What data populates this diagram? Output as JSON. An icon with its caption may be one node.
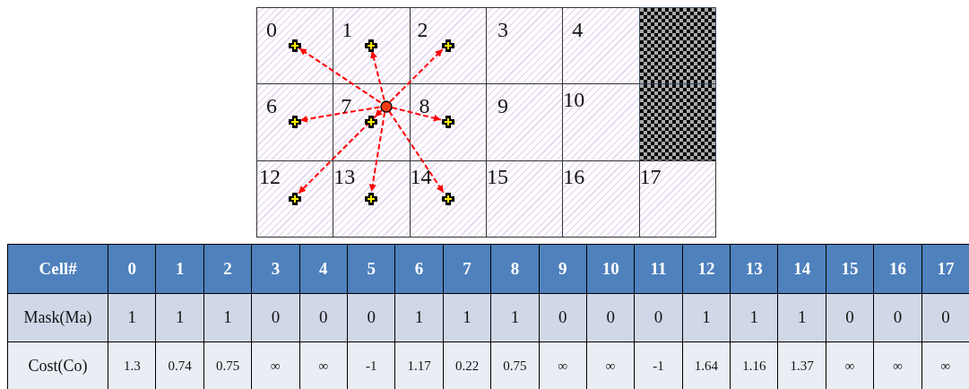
{
  "diagram": {
    "nodes": [
      {
        "text": [
          "0"
        ]
      },
      {
        "text": [
          "1"
        ]
      },
      {
        "text": [
          "2"
        ]
      },
      {
        "text": [
          "3"
        ]
      },
      {
        "text": [
          "4"
        ]
      },
      {
        "text": [],
        "shape": "box"
      },
      {
        "text": [
          "6"
        ]
      },
      {
        "text": [
          "7"
        ]
      },
      {
        "text": [
          "8"
        ]
      },
      {
        "text": [
          "9"
        ]
      },
      {
        "text": [
          "10"
        ]
      },
      {
        "text": [],
        "shape": "box"
      },
      {
        "text": [
          "12"
        ]
      },
      {
        "text": [
          "13"
        ]
      },
      {
        "text": [
          "14"
        ]
      },
      {
        "text": [
          "15"
        ]
      },
      {
        "text": [
          "16"
        ]
      },
      {
        "text": [
          "17"
        ]
      },
      {
        "text": [],
        "shape": "cross",
        "in": 0
      },
      {
        "text": [],
        "shape": "cross",
        "in": 1
      },
      {
        "text": [],
        "shape": "cross",
        "in": 2
      },
      {
        "text": [],
        "shape": "circle",
        "in": 7
      },
      {
        "text": [],
        "shape": "cross",
        "in": 6
      },
      {
        "text": [],
        "shape": "cross",
        "in": 7
      },
      {
        "text": [],
        "shape": "cross",
        "in": 8
      },
      {
        "text": [],
        "shape": "cross",
        "in": 12
      },
      {
        "text": [],
        "shape": "cross",
        "in": 13
      },
      {
        "text": [],
        "shape": "cross",
        "in": 14
      }
    ],
    "edges": [
      {
        "from": 21,
        "to": 18,
        "arrow": "to",
        "style": "dashed"
      },
      {
        "from": 21,
        "to": 19,
        "arrow": "to",
        "style": "dashed"
      },
      {
        "from": 21,
        "to": 20,
        "arrow": "to",
        "style": "dashed"
      },
      {
        "from": 21,
        "to": 22,
        "arrow": "to",
        "style": "dashed"
      },
      {
        "from": 21,
        "to": 23,
        "arrow": "to",
        "style": "dashed"
      },
      {
        "from": 21,
        "to": 24,
        "arrow": "to",
        "style": "dashed"
      },
      {
        "from": 21,
        "to": 25,
        "arrow": "to",
        "style": "dashed"
      },
      {
        "from": 21,
        "to": 26,
        "arrow": "to",
        "style": "dashed"
      },
      {
        "from": 21,
        "to": 27,
        "arrow": "to",
        "style": "dashed"
      }
    ],
    "labels": [
      "Cell#",
      "0",
      "1",
      "2",
      "3",
      "4",
      "5",
      "6",
      "7",
      "8",
      "9",
      "10",
      "11",
      "12",
      "13",
      "14",
      "15",
      "16",
      "17",
      "Mask(Ma)",
      "1",
      "1",
      "1",
      "0",
      "0",
      "0",
      "1",
      "1",
      "1",
      "0",
      "0",
      "0",
      "1",
      "1",
      "1",
      "0",
      "0",
      "0",
      "Cost(Co)",
      "1.3",
      "0.74",
      "0.75",
      "∞",
      "∞",
      "-1",
      "1.17",
      "0.22",
      "0.75",
      "∞",
      "∞",
      "-1",
      "1.64",
      "1.16",
      "1.37",
      "∞",
      "∞",
      "∞"
    ]
  }
}
